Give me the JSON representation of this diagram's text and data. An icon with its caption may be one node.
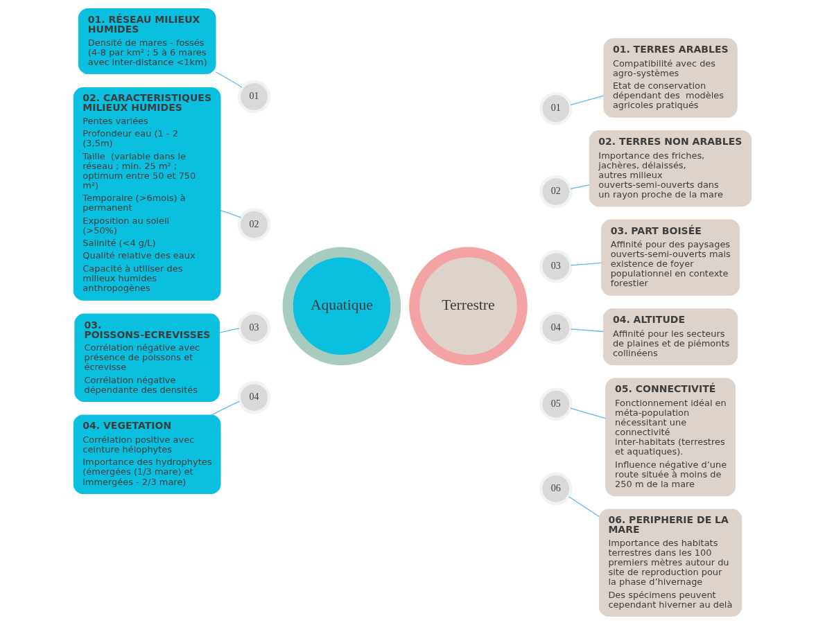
{
  "diagram": {
    "nodes": [
      {
        "text": [
          "Aquatique"
        ]
      },
      {
        "text": [
          "Terrestre"
        ]
      },
      {
        "text": [
          "01"
        ]
      },
      {
        "text": [
          "02"
        ]
      },
      {
        "text": [
          "03"
        ]
      },
      {
        "text": [
          "04"
        ]
      },
      {
        "text": [
          "01"
        ]
      },
      {
        "text": [
          "02"
        ]
      },
      {
        "text": [
          "03"
        ]
      },
      {
        "text": [
          "04"
        ]
      },
      {
        "text": [
          "05"
        ]
      },
      {
        "text": [
          "06"
        ]
      },
      {
        "text": [
          "01. RÉSEAU MILIEUX HUMIDES",
          "Densité de mares - fossés (4-8 par km² ; 5 à 6 mares avec inter-distance <1km)"
        ]
      },
      {
        "text": [
          "02. CARACTERISTIQUES MILIEUX HUMIDES",
          "Pentes variées",
          "Profondeur eau (1 - 2 (3,5m)",
          "Taille  (variable dans le réseau ; min. 25 m² ; optimum entre 50 et 750 m²)",
          "Temporaire (>6mois) à permanent",
          "Exposition au soleil (>50%)",
          "Salinité (<4 g/L)",
          "Qualité relative des eaux",
          "Capacité à utlliser des milieux humides anthropogènes"
        ]
      },
      {
        "text": [
          "03. POISSONS-ECREVISSES",
          "Corrélation négative avec présence de poissons et écrevisse",
          "Corrélation négative dépendante des densités"
        ]
      },
      {
        "text": [
          "04. VEGETATION",
          "Corrélation positive avec ceinture hélophytes",
          "Importance des hydrophytes (émergées (1/3 mare) et immergées - 2/3 mare)"
        ]
      },
      {
        "text": [
          "01. TERRES ARABLES",
          "Compatibilité avec des agro-systèmes",
          "Etat de conservation dépendant des  modèles agricoles pratiqués"
        ]
      },
      {
        "text": [
          "02. TERRES NON ARABLES",
          "Importance des friches, jachères, délaissés,  autres milieux ouverts-semi-ouverts dans un rayon proche de la mare"
        ]
      },
      {
        "text": [
          "03. PART BOISÉE",
          "Affinité pour des paysages ouverts-semi-ouverts mais existence de foyer populationnel en contexte forestier"
        ]
      },
      {
        "text": [
          "04. ALTITUDE",
          "Affinité pour les secteurs de plaines et de piémonts collinéens"
        ]
      },
      {
        "text": [
          "05. CONNECTIVITÉ",
          "Fonctionnement idéal en méta-population nécessitant une connectivité inter-habitats (terrestres et aquatiques).",
          "Influence négative d’une route située à moins de 250 m de la mare"
        ]
      },
      {
        "text": [
          "06. PERIPHERIE DE LA MARE",
          "Importance des habitats terrestres dans les 100 premiers mètres autour du site de reproduction pour la phase d’hivernage",
          "Des spécimens peuvent cependant hiverner au delà"
        ]
      }
    ],
    "edges": [
      {
        "from": 2,
        "to": 12,
        "arrow": "none"
      },
      {
        "from": 3,
        "to": 13,
        "arrow": "none"
      },
      {
        "from": 4,
        "to": 14,
        "arrow": "none"
      },
      {
        "from": 5,
        "to": 15,
        "arrow": "none"
      },
      {
        "from": 6,
        "to": 16,
        "arrow": "none"
      },
      {
        "from": 7,
        "to": 17,
        "arrow": "none"
      },
      {
        "from": 8,
        "to": 18,
        "arrow": "none"
      },
      {
        "from": 9,
        "to": 19,
        "arrow": "none"
      },
      {
        "from": 10,
        "to": 20,
        "arrow": "none"
      },
      {
        "from": 11,
        "to": 21,
        "arrow": "none"
      }
    ]
  }
}
